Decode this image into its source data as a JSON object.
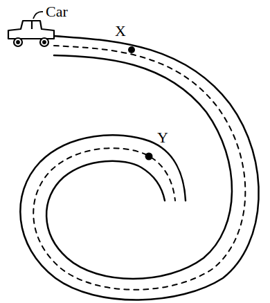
{
  "diagram": {
    "labels": [
      "Car",
      "X",
      "Y"
    ]
  }
}
